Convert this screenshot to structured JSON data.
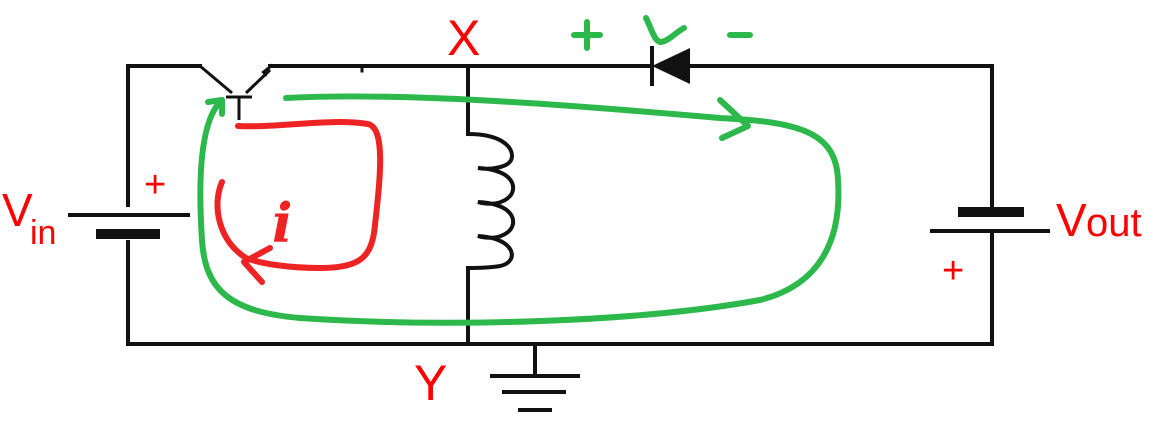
{
  "colors": {
    "wire": "#111111",
    "label": "#ff0000",
    "current_loop": "#ee2424",
    "annotation": "#2db84b"
  },
  "labels": {
    "node_x": "X",
    "node_y": "Y",
    "vin_main": "V",
    "vin_sub": "in",
    "vin_plus": "+",
    "vout_main": "V",
    "vout_sub": "out",
    "vout_plus": "+",
    "current": "i",
    "diode_plus": "+",
    "diode_v": "v",
    "diode_minus": "-"
  },
  "components": [
    "transistor",
    "inductor",
    "diode",
    "battery-vin",
    "battery-vout",
    "ground"
  ]
}
